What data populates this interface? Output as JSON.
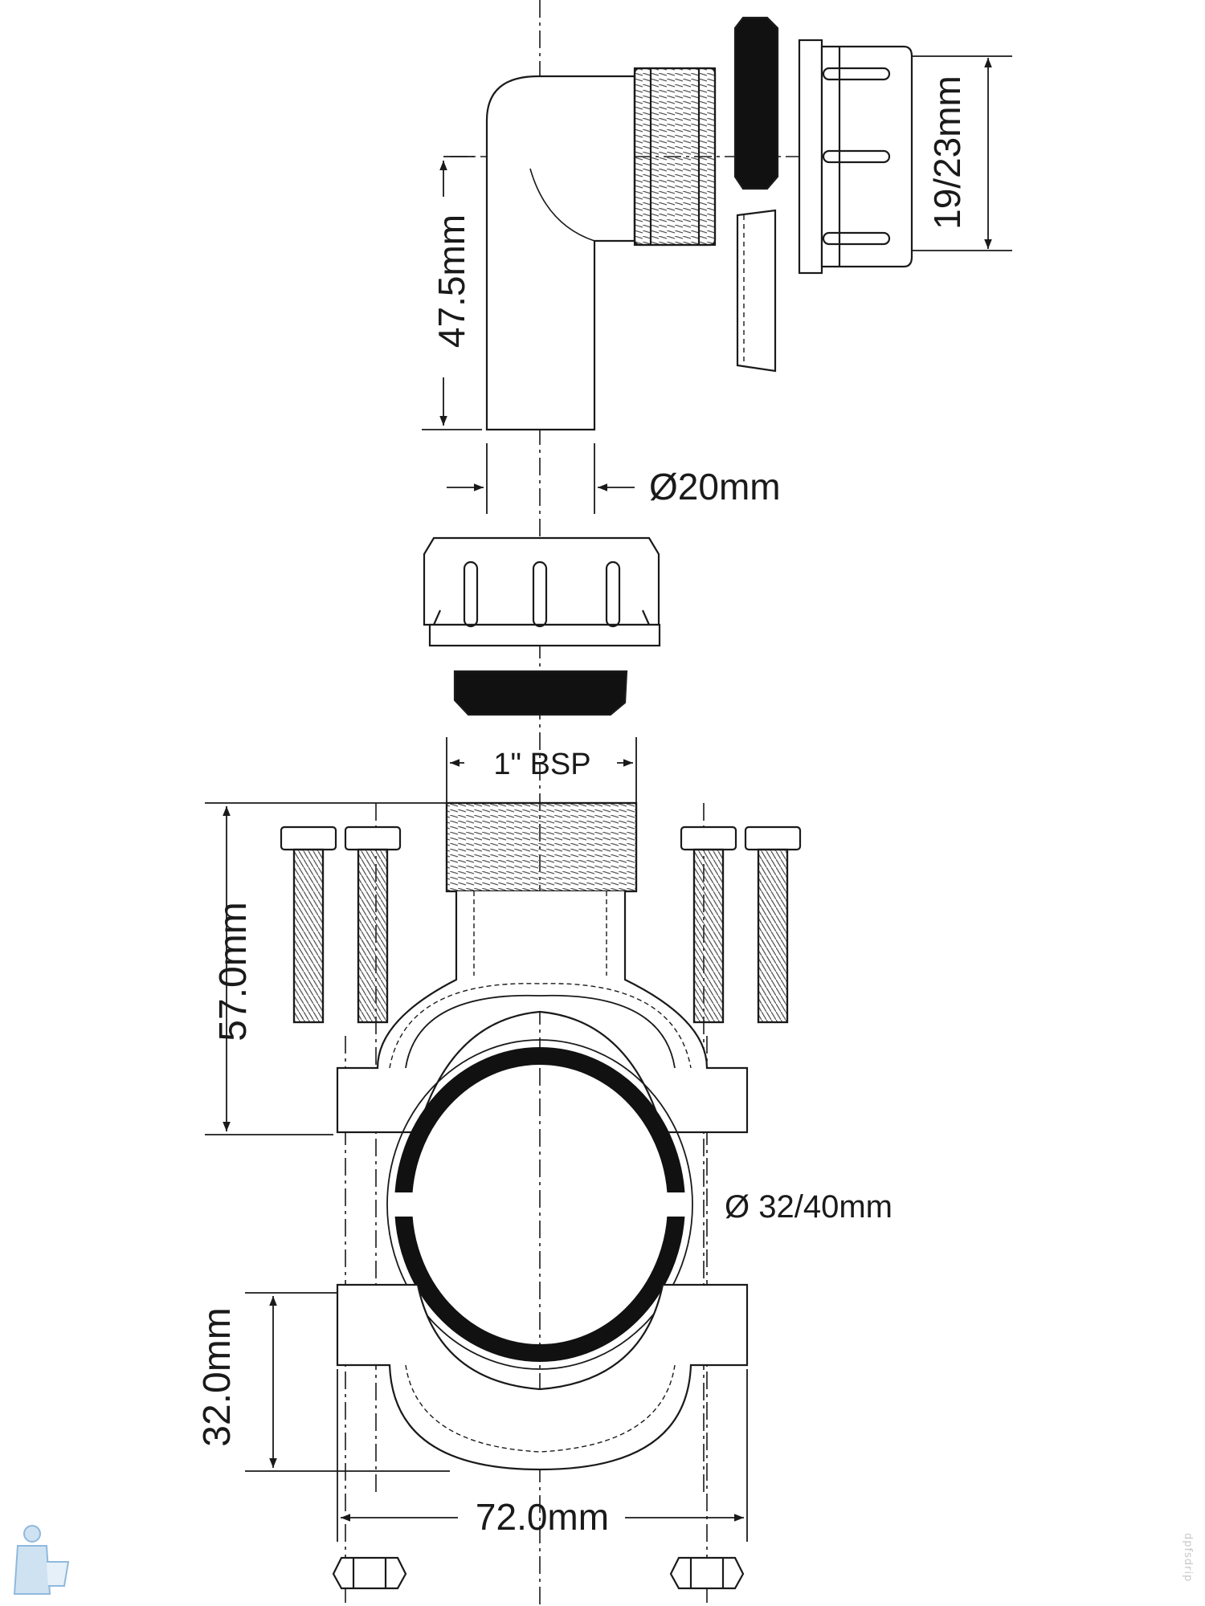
{
  "labels": {
    "dim_47_5": "47.5mm",
    "dim_19_23": "19/23mm",
    "dim_d20": "Ø20mm",
    "dim_bsp": "1\" BSP",
    "dim_57": "57.0mm",
    "dim_d32_40": "Ø 32/40mm",
    "dim_32": "32.0mm",
    "dim_72": "72.0mm"
  },
  "watermark": "dpfsdrip",
  "colors": {
    "line": "#1a1a1a",
    "fill": "#ffffff",
    "seal": "#111111",
    "mascot": "#8fb9dd"
  }
}
